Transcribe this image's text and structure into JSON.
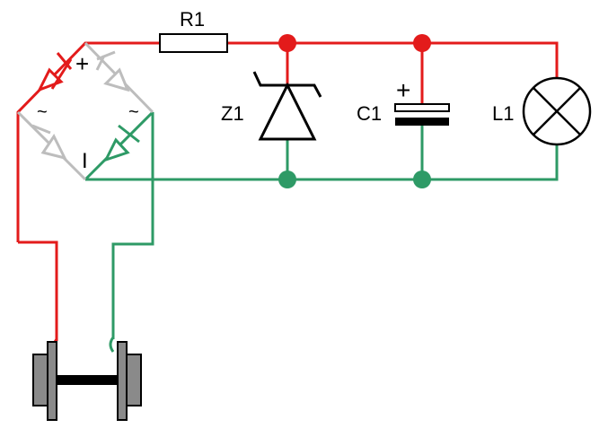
{
  "diagram": {
    "labels": {
      "r1": "R1",
      "z1": "Z1",
      "c1": "C1",
      "l1": "L1"
    },
    "polarity": {
      "bridge_plus": "+",
      "bridge_minus": "I",
      "cap_plus": "+",
      "ac_left": "~",
      "ac_right": "~"
    },
    "colors": {
      "positive_wire": "#e31b1b",
      "negative_wire": "#2e9a66",
      "inactive_diode": "#bdbdbd",
      "component": "#000000",
      "wheel": "#8a8a8a"
    }
  }
}
